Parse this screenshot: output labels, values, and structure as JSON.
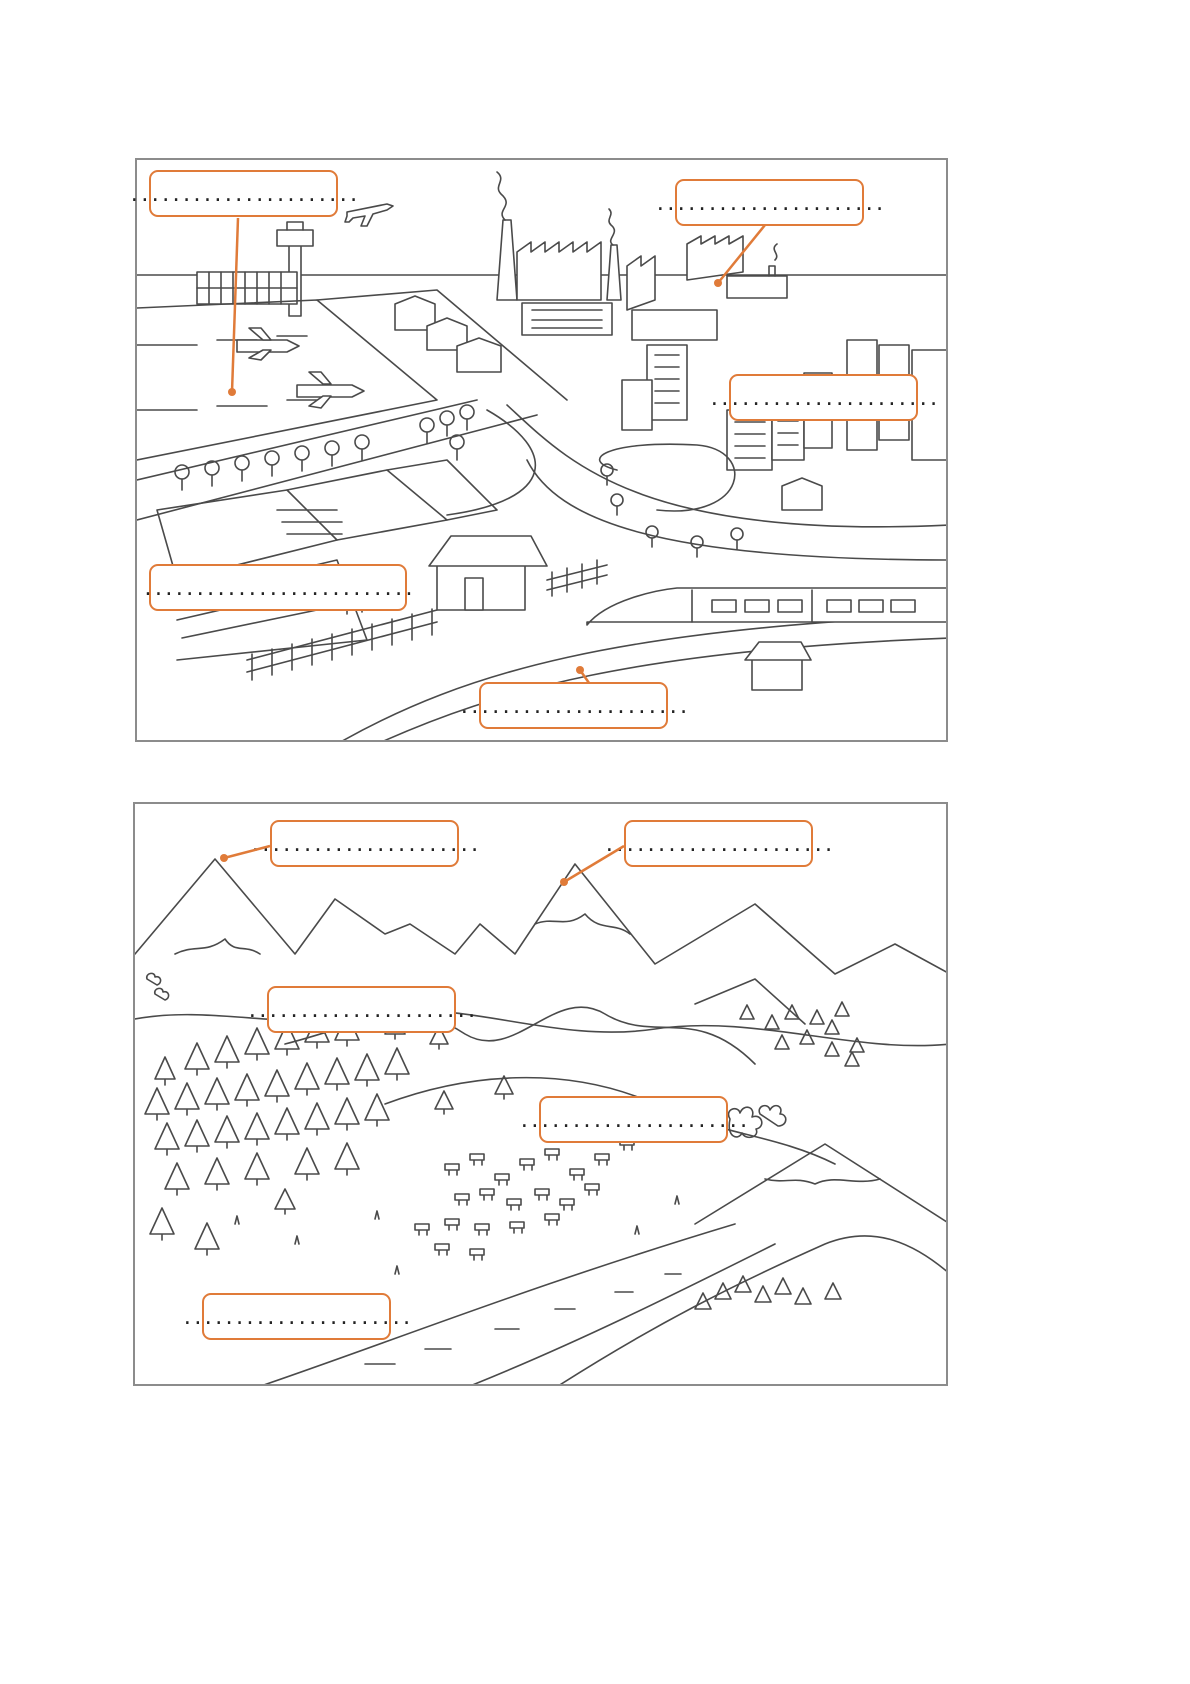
{
  "colors": {
    "accent": "#e07b39",
    "frame": "#8c8c8c",
    "ink": "#4a4a4a"
  },
  "city_scene": {
    "labels": [
      {
        "id": "airport",
        "text": "......................"
      },
      {
        "id": "industry",
        "text": "......................"
      },
      {
        "id": "city",
        "text": "......................"
      },
      {
        "id": "farmland",
        "text": ".........................."
      },
      {
        "id": "railway",
        "text": "......................"
      }
    ]
  },
  "mountain_scene": {
    "labels": [
      {
        "id": "peak-left",
        "text": "......................"
      },
      {
        "id": "peak-right",
        "text": "......................"
      },
      {
        "id": "forest",
        "text": "......................"
      },
      {
        "id": "pasture",
        "text": "......................"
      },
      {
        "id": "river",
        "text": "......................"
      }
    ]
  }
}
